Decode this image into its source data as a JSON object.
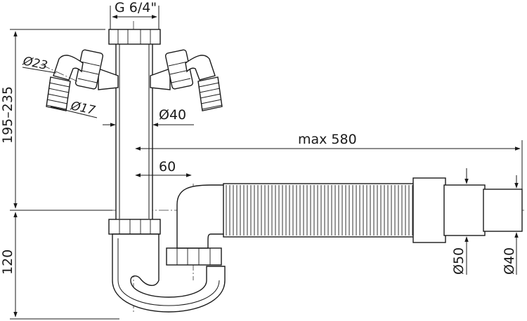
{
  "labels": {
    "thread": "G 6/4\"",
    "height_range": "195–235",
    "height_lower": "120",
    "hose_outer": "Ø23",
    "hose_inner": "Ø17",
    "pipe_dia": "Ø40",
    "max_length": "max 580",
    "offset": "60",
    "outlet_outer": "Ø50",
    "outlet_inner": "Ø40"
  }
}
